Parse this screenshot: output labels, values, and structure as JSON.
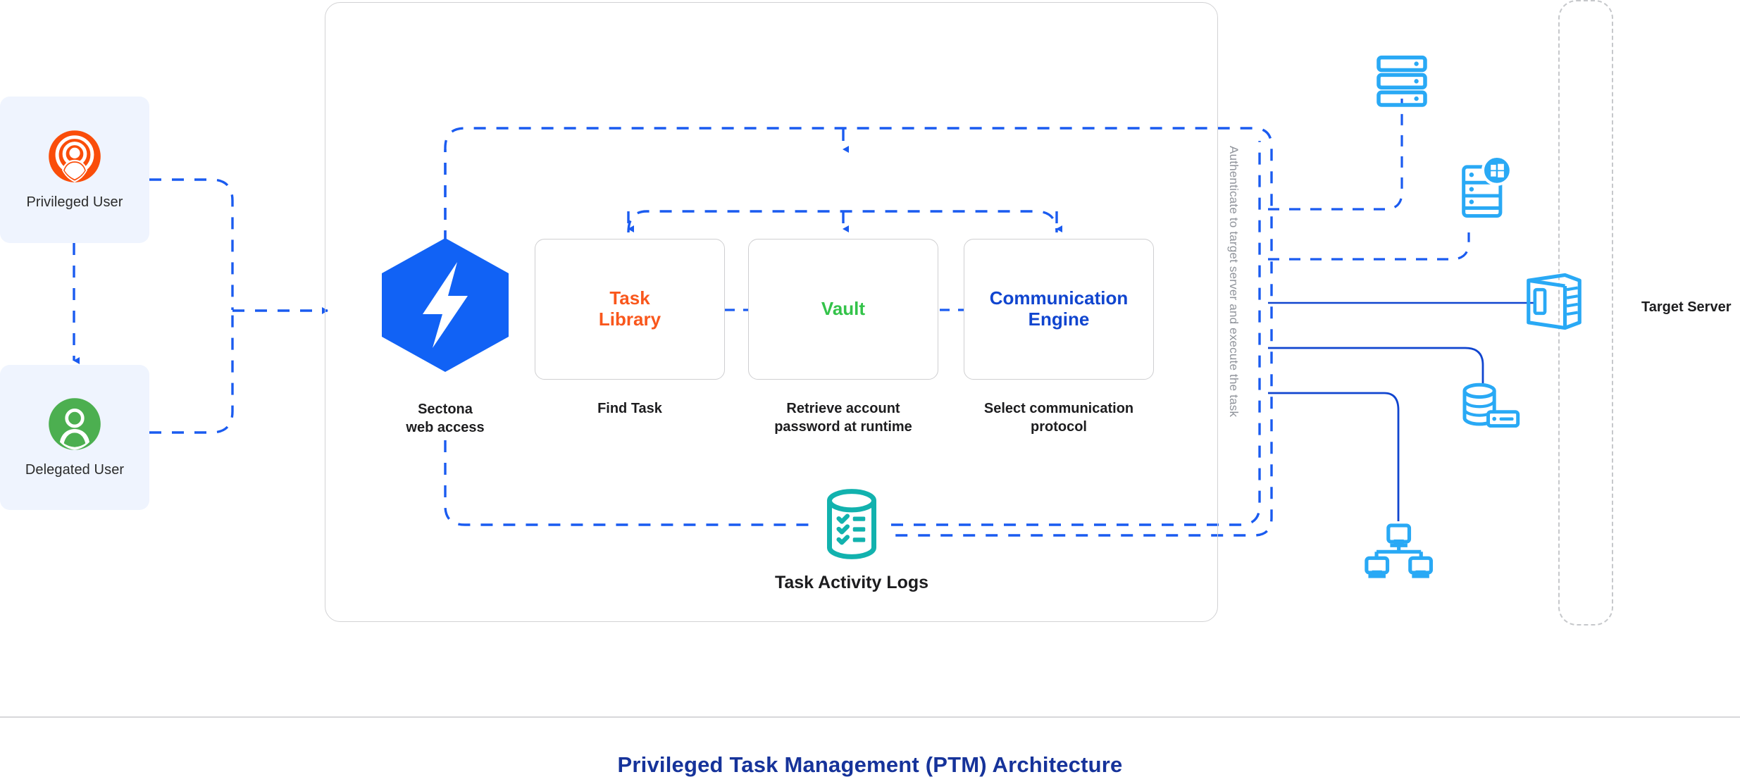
{
  "footer": {
    "title": "Privileged Task Management (PTM) Architecture",
    "title_color": "#16339a"
  },
  "users": [
    {
      "id": "privileged-user",
      "label": "Privileged User",
      "icon": "privileged-user-icon",
      "icon_color": "#fa4d0a",
      "card_bg": "#eff4fe"
    },
    {
      "id": "delegated-user",
      "label": "Delegated User",
      "icon": "delegated-user-icon",
      "icon_color": "#4caf50",
      "card_bg": "#eff4fe"
    }
  ],
  "hub": {
    "icon": "sectona-hex-logo",
    "icon_color": "#1162f5",
    "caption_line1": "Sectona",
    "caption_line2": "web access"
  },
  "process_boxes": [
    {
      "id": "task-library",
      "title_line1": "Task",
      "title_line2": "Library",
      "title_color": "#f9571c",
      "caption_line1": "Find Task",
      "caption_line2": ""
    },
    {
      "id": "vault",
      "title_line1": "Vault",
      "title_line2": "",
      "title_color": "#34c34a",
      "caption_line1": "Retrieve account",
      "caption_line2": "password at runtime"
    },
    {
      "id": "communication-engine",
      "title_line1": "Communication",
      "title_line2": "Engine",
      "title_color": "#1045cf",
      "caption_line1": "Select communication",
      "caption_line2": "protocol"
    }
  ],
  "logs": {
    "label": "Task Activity Logs",
    "icon": "database-checklist-icon",
    "icon_color": "#12b2ae"
  },
  "authenticate": {
    "label": "Authenticate to target server and execute the task",
    "color": "#8f939a"
  },
  "target": {
    "label": "Target Server",
    "boundary": "dashed-rounded-boundary",
    "icons": [
      {
        "id": "server-rack-icon",
        "name": "server-rack-icon"
      },
      {
        "id": "windows-server-icon",
        "name": "windows-server-icon"
      },
      {
        "id": "tower-server-icon",
        "name": "tower-server-icon"
      },
      {
        "id": "database-server-icon",
        "name": "database-server-icon"
      },
      {
        "id": "network-devices-icon",
        "name": "network-devices-icon"
      }
    ],
    "icon_color": "#29a9f5"
  },
  "connector_colors": {
    "dashed_blue": "#1a5bf0",
    "solid_blue": "#1045cf",
    "container_border": "#d2d2d4"
  }
}
